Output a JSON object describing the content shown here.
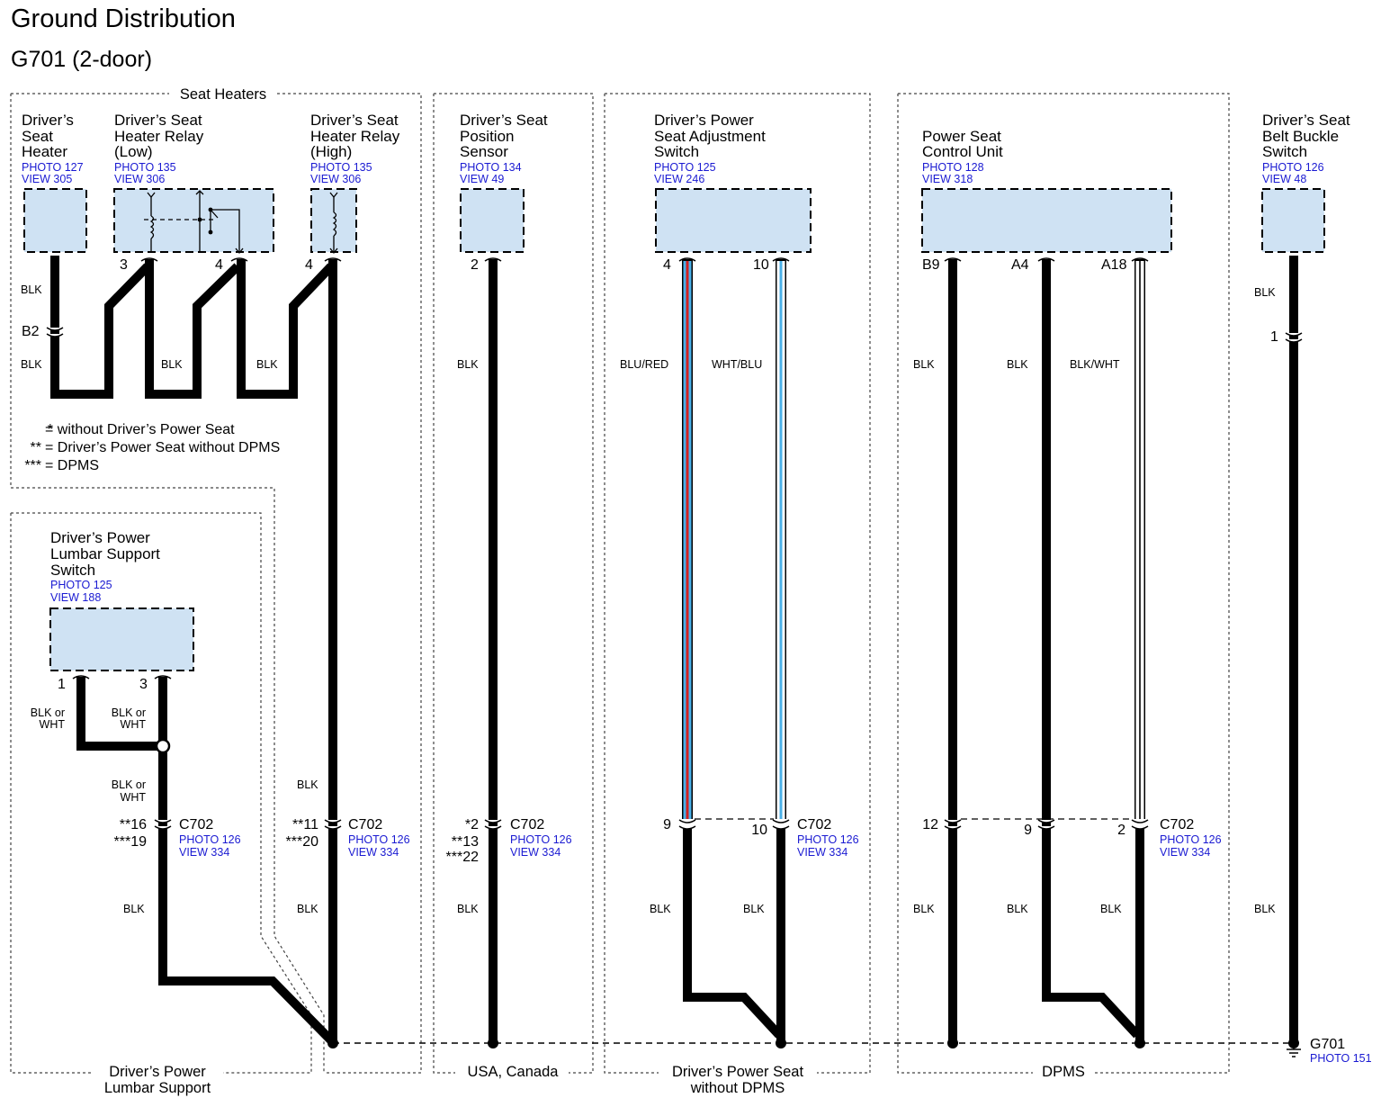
{
  "header": {
    "title": "Ground Distribution",
    "subtitle": "G701 (2-door)"
  },
  "groups": {
    "seat_heaters": "Seat Heaters",
    "lumbar_1": "Driver’s Power",
    "lumbar_2": "Lumbar Support",
    "usa_canada": "USA, Canada",
    "no_dpms_1": "Driver’s Power Seat",
    "no_dpms_2": "without DPMS",
    "dpms": "DPMS"
  },
  "components": [
    {
      "id": "seat-heater",
      "lines": [
        "Driver’s",
        "Seat",
        "Heater"
      ],
      "photo": "PHOTO 127",
      "view": "VIEW 305"
    },
    {
      "id": "relay-low",
      "lines": [
        "Driver’s Seat",
        "Heater Relay",
        "(Low)"
      ],
      "photo": "PHOTO 135",
      "view": "VIEW 306"
    },
    {
      "id": "relay-high",
      "lines": [
        "Driver’s Seat",
        "Heater Relay",
        "(High)"
      ],
      "photo": "PHOTO 135",
      "view": "VIEW 306"
    },
    {
      "id": "position-sensor",
      "lines": [
        "Driver’s Seat",
        "Position",
        "Sensor"
      ],
      "photo": "PHOTO 134",
      "view": "VIEW 49"
    },
    {
      "id": "adjust-switch",
      "lines": [
        "Driver’s Power",
        "Seat Adjustment",
        "Switch"
      ],
      "photo": "PHOTO 125",
      "view": "VIEW 246"
    },
    {
      "id": "control-unit",
      "lines": [
        "Power Seat",
        "Control Unit"
      ],
      "photo": "PHOTO 128",
      "view": "VIEW 318"
    },
    {
      "id": "buckle-switch",
      "lines": [
        "Driver’s Seat",
        "Belt Buckle",
        "Switch"
      ],
      "photo": "PHOTO 126",
      "view": "VIEW 48"
    },
    {
      "id": "lumbar-switch",
      "lines": [
        "Driver’s Power",
        "Lumbar Support",
        "Switch"
      ],
      "photo": "PHOTO 125",
      "view": "VIEW 188"
    }
  ],
  "pins": {
    "heater_relay_low_a": "3",
    "heater_relay_low_b": "4",
    "heater_relay_high": "4",
    "heater_b2": "B2",
    "sensor": "2",
    "switch_a": "4",
    "switch_b": "10",
    "pscu_a": "B9",
    "pscu_b": "A4",
    "pscu_c": "A18",
    "buckle": "1",
    "lumbar_a": "1",
    "lumbar_b": "3"
  },
  "wires": {
    "blk": "BLK",
    "blu_red": "BLU/RED",
    "wht_blu": "WHT/BLU",
    "blk_wht": "BLK/WHT",
    "blk_or": "BLK or",
    "wht": "WHT"
  },
  "legend": [
    {
      "mark": "*",
      "text": "= without Driver’s Power Seat"
    },
    {
      "mark": "**",
      "text": "= Driver’s Power Seat without DPMS"
    },
    {
      "mark": "***",
      "text": "= DPMS"
    }
  ],
  "c702": {
    "name": "C702",
    "photo": "PHOTO 126",
    "view": "VIEW 334",
    "lumbar": [
      "**16",
      "***19"
    ],
    "heater": [
      "**11",
      "***20"
    ],
    "sensor": [
      "*2",
      "**13",
      "***22"
    ],
    "switch_a": "9",
    "switch_b": "10",
    "pscu_a": "12",
    "pscu_b": "9",
    "pscu_c": "2"
  },
  "ground": {
    "name": "G701",
    "photo": "PHOTO 151"
  },
  "colors": {
    "box_fill": "#cfe2f3",
    "ref_text": "#1a1ad2",
    "wire_blue": "#4ab0e8",
    "wire_red": "#d22020"
  }
}
